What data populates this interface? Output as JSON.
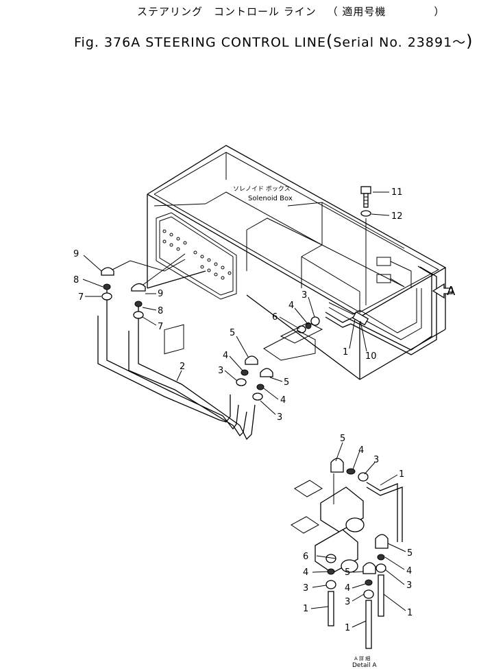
{
  "header": {
    "title_jp": "ステアリング　コントロール ライン",
    "serial_jp": "適用号機",
    "title_en": "Fig. 376A STEERING  CONTROL  LINE",
    "serial_en": "Serial  No.  23891～"
  },
  "box_label": {
    "jp": "ソレノイド ボックス",
    "en": "Solenoid Box"
  },
  "arrow_label": "A",
  "detail_label": {
    "jp": "A 詳 細",
    "en": "Detail A"
  },
  "callouts": {
    "c11": "11",
    "c12": "12",
    "c9a": "9",
    "c8a": "8",
    "c7a": "7",
    "c9b": "9",
    "c8b": "8",
    "c7b": "7",
    "c6": "6",
    "c4a": "4",
    "c3a": "3",
    "c1a": "1",
    "c10": "10",
    "c5a": "5",
    "c4b": "4",
    "c3b": "3",
    "c5b": "5",
    "c4c": "4",
    "c3c": "3",
    "c2": "2",
    "d5a": "5",
    "d4a": "4",
    "d3a": "3",
    "d1a": "1",
    "d5b": "5",
    "d6": "6",
    "d4b": "4",
    "d3b": "3",
    "d1b": "1",
    "d5c": "5",
    "d4c": "4",
    "d3c": "3",
    "d1c": "1",
    "d4d": "4",
    "d3d": "3",
    "d1d": "1"
  }
}
